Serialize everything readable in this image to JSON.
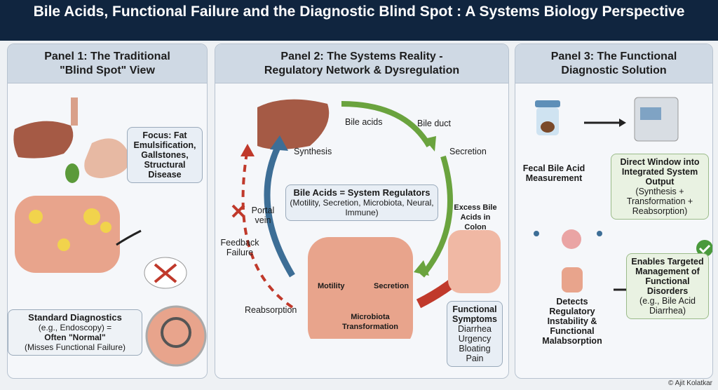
{
  "title": "Bile Acids, Functional Failure and the Diagnostic Blind Spot : A Systems Biology Perspective",
  "panel1": {
    "heading": "Panel 1: The Traditional\n\"Blind Spot\" View",
    "focus_box": "Focus: Fat Emulsification, Gallstones, Structural Disease",
    "diagnostics_title": "Standard Diagnostics",
    "diagnostics_line": "(e.g., Endoscopy) =",
    "diagnostics_bold": "Often \"Normal\"",
    "diagnostics_note": "(Misses Functional Failure)"
  },
  "panel2": {
    "heading": "Panel 2: The Systems Reality -\nRegulatory Network & Dysregulation",
    "bile_acids": "Bile acids",
    "bile_duct": "Bile duct",
    "synthesis": "Synthesis",
    "secretion": "Secretion",
    "regulators_title": "Bile Acids = System Regulators",
    "regulators_list": "(Motility, Secretion, Microbiota, Neural, Immune)",
    "portal_vein": "Portal vein",
    "feedback_failure": "Feedback Failure",
    "reabsorption": "Reabsorption",
    "motility": "Motility",
    "gut_secretion": "Secretion",
    "microbiota": "Microbiota Transformation",
    "excess": "Excess Bile Acids in Colon",
    "symptoms_title": "Functional Symptoms",
    "symptoms": [
      "Diarrhea",
      "Urgency",
      "Bloating",
      "Pain"
    ]
  },
  "panel3": {
    "heading": "Panel 3: The Functional\nDiagnostic Solution",
    "fecal": "Fecal Bile Acid Measurement",
    "window_title": "Direct Window into Integrated System Output",
    "window_note": "(Synthesis + Transformation + Reabsorption)",
    "detects": "Detects Regulatory Instability & Functional Malabsorption",
    "enables_title": "Enables Targeted Management of Functional Disorders",
    "enables_note": "(e.g., Bile Acid Diarrhea)"
  },
  "credit": "© Ajit Kolatkar",
  "colors": {
    "title_bg": "#10253f",
    "green_arrow": "#6aa33e",
    "blue_arrow": "#3d6e96",
    "red_arrow": "#c0392b",
    "organ": "#e8a48c"
  }
}
